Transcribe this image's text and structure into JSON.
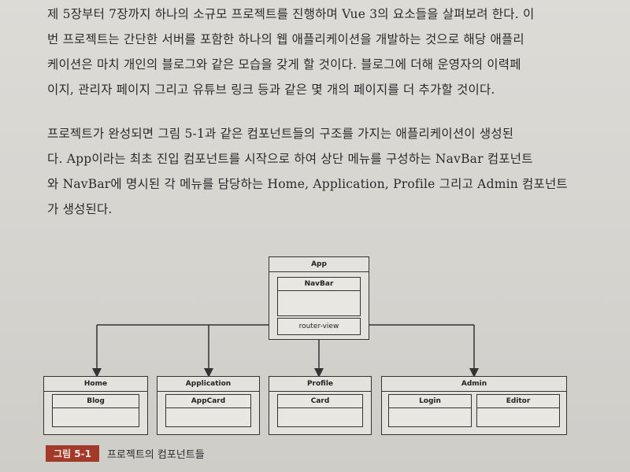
{
  "paragraphs": {
    "p1": [
      "제 5장부터 7장까지 하나의 소규모 프로젝트를 진행하며 Vue 3의 요소들을 살펴보려 한다. 이",
      "번 프로젝트는 간단한 서버를 포함한 하나의 웹 애플리케이션을 개발하는 것으로 해당 애플리",
      "케이션은 마치 개인의 블로그와 같은 모습을 갖게 할 것이다. 블로그에 더해 운영자의 이력페",
      "이지, 관리자 페이지 그리고 유튜브 링크 등과 같은 몇 개의 페이지를 더 추가할 것이다."
    ],
    "p2": [
      "프로젝트가 완성되면 그림 5-1과 같은 컴포넌트들의 구조를 가지는 애플리케이션이 생성된",
      "다. App이라는 최초 진입 컴포넌트를 시작으로 하여 상단 메뉴를 구성하는 NavBar 컴포넌트",
      "와 NavBar에 명시된 각 메뉴를 담당하는 Home, Application, Profile 그리고 Admin 컴포넌트",
      "가 생성된다."
    ]
  },
  "diagram": {
    "app": "App",
    "navbar": "NavBar",
    "router_view": "router-view",
    "home": "Home",
    "blog": "Blog",
    "application": "Application",
    "appcard": "AppCard",
    "profile": "Profile",
    "card": "Card",
    "admin": "Admin",
    "login": "Login",
    "editor": "Editor"
  },
  "caption": {
    "label": "그림 5-1",
    "text": "프로젝트의 컴포넌트들",
    "label_color": "#a23a2a"
  }
}
